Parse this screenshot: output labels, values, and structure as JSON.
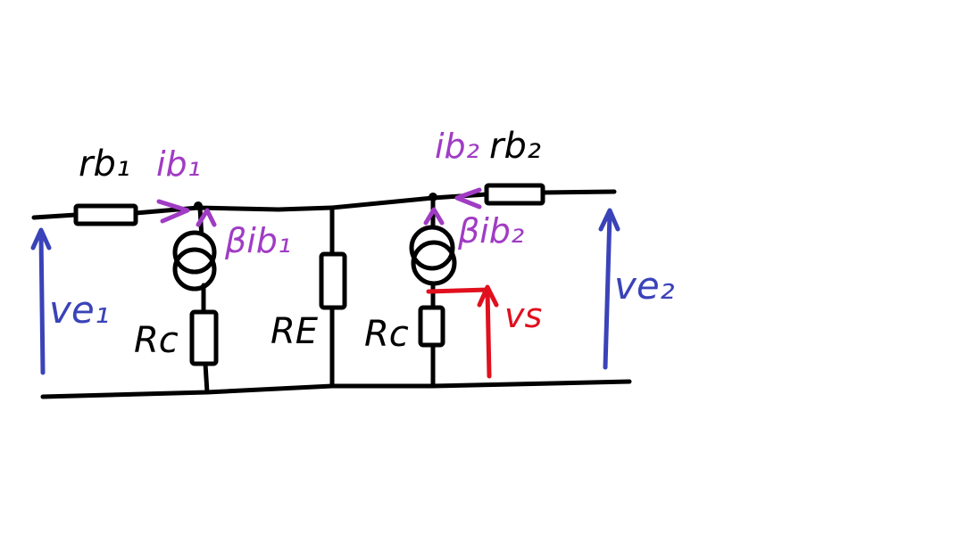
{
  "labels": {
    "rb1": "rb₁",
    "ib1": "ib₁",
    "beta_ib1": "βib₁",
    "ib2": "ib₂",
    "rb2": "rb₂",
    "beta_ib2": "βib₂",
    "rc1": "Rc",
    "re": "RE",
    "rc2": "Rc",
    "ve1": "ve₁",
    "ve2": "ve₂",
    "vs": "vs"
  },
  "colors": {
    "wire": "#000000",
    "current": "#a03cc4",
    "voltage": "#3a43b8",
    "output": "#e0101e"
  }
}
